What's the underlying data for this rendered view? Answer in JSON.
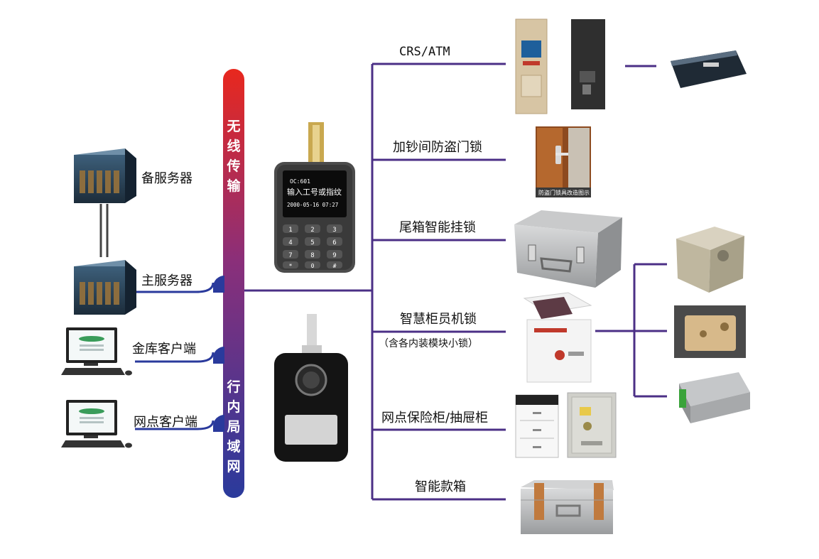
{
  "bus": {
    "top_label": [
      "无",
      "线",
      "传",
      "输"
    ],
    "bottom_label": [
      "行",
      "内",
      "局",
      "域",
      "网"
    ],
    "color_top": "#e8281e",
    "color_bottom": "#2a3a9c"
  },
  "servers": {
    "backup": "备服务器",
    "main": "主服务器",
    "vault_client": "金库客户端",
    "branch_client": "网点客户端"
  },
  "terminal": {
    "lcd_line1": "OC:601",
    "lcd_line2": "输入工号或指纹",
    "lcd_line3": "2000-05-16  07:27",
    "keys": [
      "1",
      "2",
      "3",
      "4",
      "5",
      "6",
      "7",
      "8",
      "9",
      "*",
      "0",
      "#"
    ]
  },
  "branches": {
    "crs_atm": "CRS/ATM",
    "anti_theft_door": "加钞间防盗门锁",
    "tail_box": "尾箱智能挂锁",
    "smart_counter": "智慧柜员机锁",
    "smart_counter_note": "（含各内装模块小锁）",
    "safe_drawer": "网点保险柜/抽屉柜",
    "smart_box": "智能款箱"
  },
  "photos": {
    "door_caption": "防盗门锁具改造图示"
  },
  "colors": {
    "line": "#4b2f86",
    "accent": "#2a3a9c"
  }
}
